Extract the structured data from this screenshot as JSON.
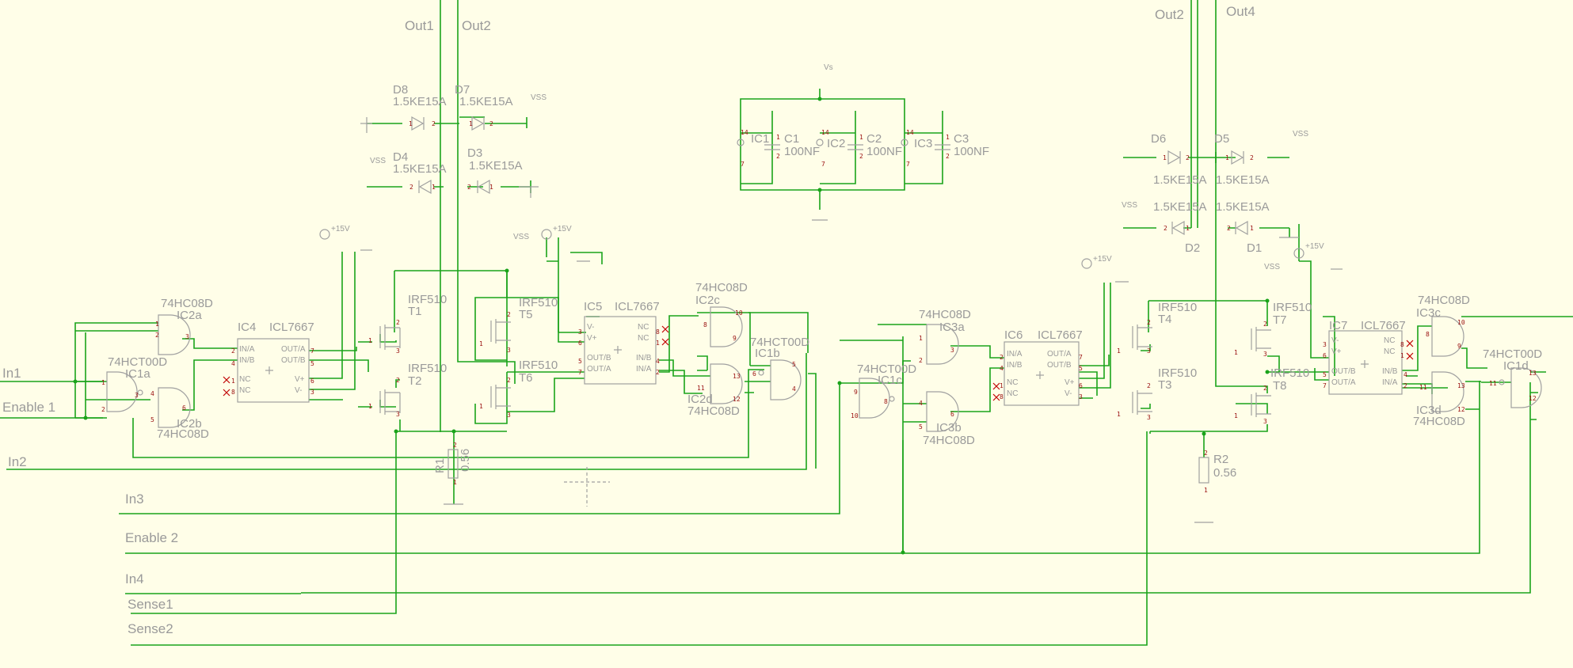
{
  "signals": {
    "in1": "In1",
    "enable1": "Enable 1",
    "in2": "In2",
    "in3": "In3",
    "enable2": "Enable 2",
    "in4": "In4",
    "sense1": "Sense1",
    "sense2": "Sense2",
    "out1": "Out1",
    "out2": "Out2",
    "out4": "Out4"
  },
  "parts": {
    "hc08": "74HC08D",
    "hct00": "74HCT00D",
    "icl7667": "ICL7667",
    "irf510": "IRF510",
    "tvs": "1.5KE15A",
    "cap": "100NF",
    "r_value": "0.56"
  },
  "refs": {
    "ic1": "IC1",
    "ic2": "IC2",
    "ic3": "IC3",
    "ic1a": "IC1a",
    "ic1b": "IC1b",
    "ic1c": "IC1c",
    "ic1d": "IC1d",
    "ic2a": "IC2a",
    "ic2b": "IC2b",
    "ic2c": "IC2c",
    "ic2d": "IC2d",
    "ic3a": "IC3a",
    "ic3b": "IC3b",
    "ic3c": "IC3c",
    "ic3d": "IC3d",
    "ic4": "IC4",
    "ic5": "IC5",
    "ic6": "IC6",
    "ic7": "IC7",
    "t1": "T1",
    "t2": "T2",
    "t3": "T3",
    "t4": "T4",
    "t5": "T5",
    "t6": "T6",
    "t7": "T7",
    "t8": "T8",
    "d1": "D1",
    "d2": "D2",
    "d3": "D3",
    "d4": "D4",
    "d5": "D5",
    "d6": "D6",
    "d7": "D7",
    "d8": "D8",
    "c1": "C1",
    "c2": "C2",
    "c3": "C3",
    "r1": "R1",
    "r2": "R2"
  },
  "supplies": {
    "vss": "VSS",
    "p15": "+15V",
    "vs": "Vs"
  },
  "pins": {
    "in_a": "IN/A",
    "in_b": "IN/B",
    "out_a": "OUT/A",
    "out_b": "OUT/B",
    "nc": "NC",
    "vplus": "V+",
    "vminus": "V-"
  },
  "colors": {
    "background": "#fffee8",
    "wire": "#1aa31a",
    "symbol": "#a0a0a0",
    "pin_number": "#9a1010"
  }
}
